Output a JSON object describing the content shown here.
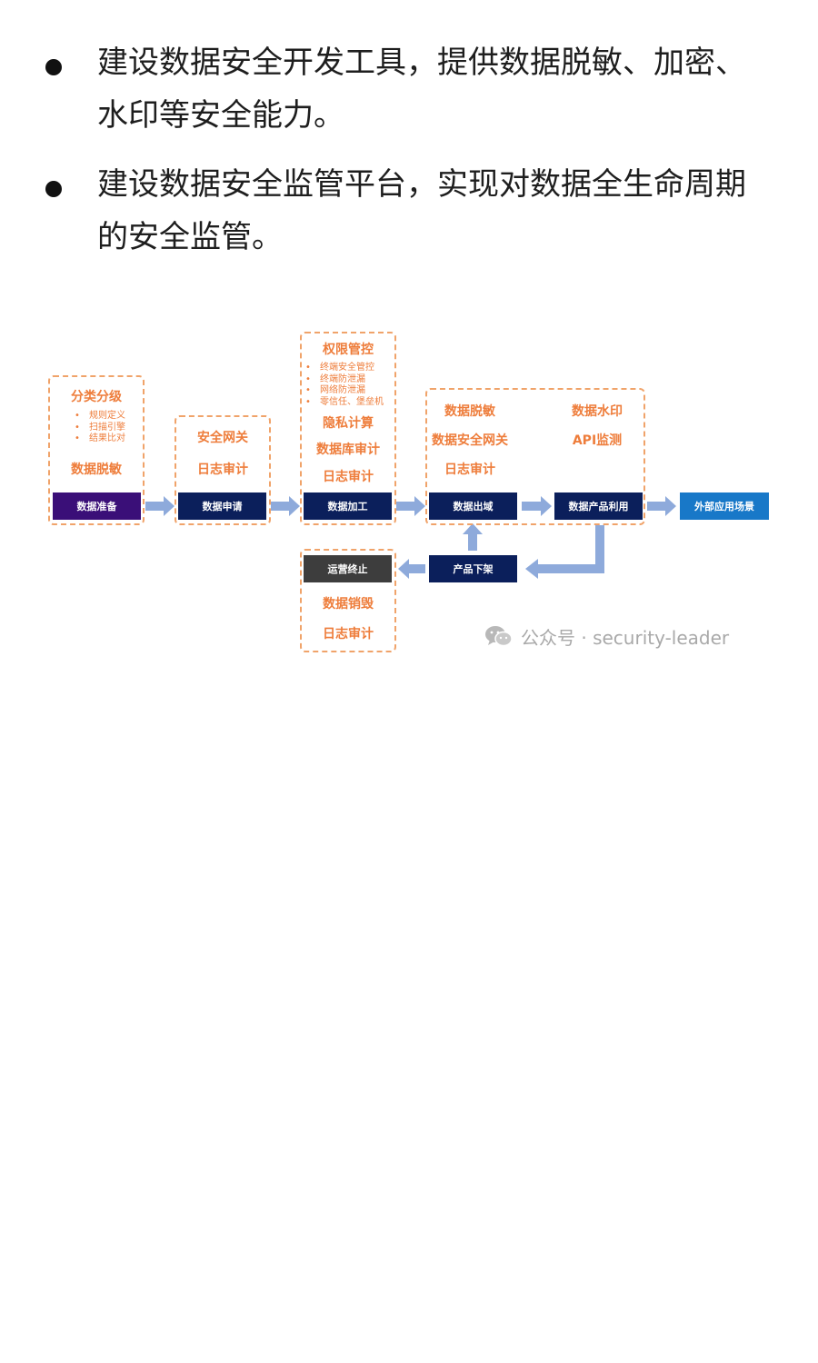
{
  "bullets": [
    {
      "line1": "建设数据安全开发工具，提供数据脱敏、加密、",
      "line2": "水印等安全能力。"
    },
    {
      "line1": "建设数据安全监管平台，实现对数据全生命周期",
      "line2": "的安全监管。"
    }
  ],
  "diagram": {
    "prep": {
      "title": "分类分级",
      "items": [
        "规则定义",
        "扫描引擎",
        "结果比对"
      ],
      "item2": "数据脱敏",
      "stage": "数据准备"
    },
    "apply": {
      "item1": "安全网关",
      "item2": "日志审计",
      "stage": "数据申请"
    },
    "process": {
      "title": "权限管控",
      "items": [
        "终端安全管控",
        "终端防泄漏",
        "网络防泄漏",
        "零信任、堡垒机"
      ],
      "item2": "隐私计算",
      "item3": "数据库审计",
      "item4": "日志审计",
      "stage": "数据加工"
    },
    "outbound": {
      "left": [
        "数据脱敏",
        "数据安全网关",
        "日志审计"
      ],
      "right": [
        "数据水印",
        "API监测"
      ],
      "stage1": "数据出域",
      "stage2": "数据产品利用"
    },
    "external": {
      "stage": "外部应用场景"
    },
    "offshelf": {
      "stage": "产品下架"
    },
    "terminate": {
      "stage": "运营终止",
      "item1": "数据销毁",
      "item2": "日志审计"
    }
  },
  "watermark": {
    "text": "公众号 · security-leader"
  },
  "colors": {
    "orange": "#ee7d3b",
    "dash": "#f0a36a",
    "navy": "#0b1f5b",
    "purple": "#3a0f78",
    "gray": "#3d3d3d",
    "blue": "#1878c8",
    "arrow": "#8eaadb"
  }
}
